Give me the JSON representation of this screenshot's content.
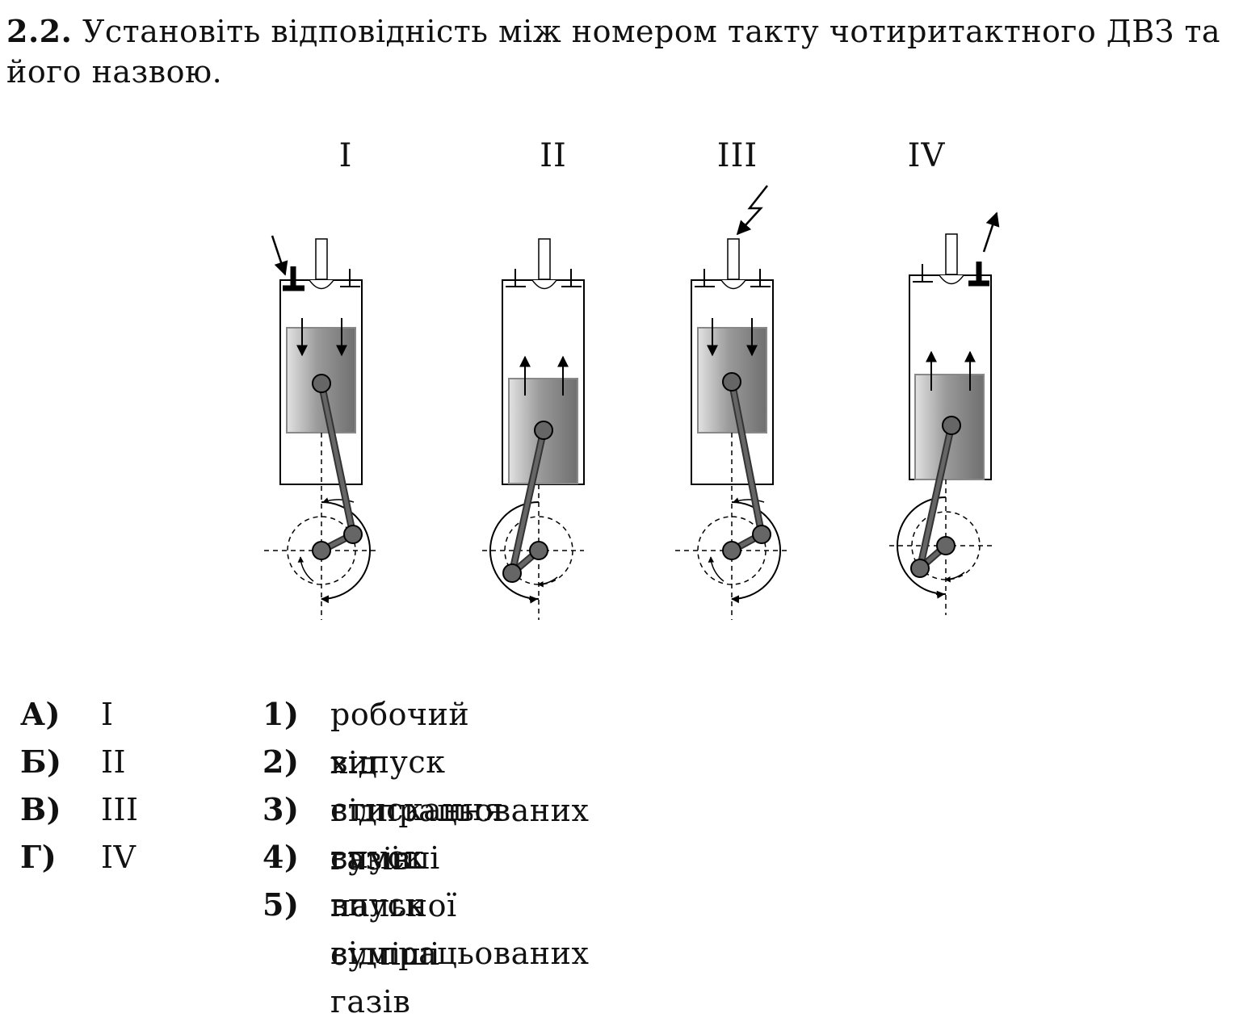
{
  "question": {
    "number": "2.2.",
    "text": "Установіть відповідність між номером такту чотиритактного ДВЗ та його назвою."
  },
  "figure": {
    "stages": [
      {
        "label": "I",
        "piston_arrows": "down",
        "valves": "left-open",
        "external_arrow": "inlet-arrow"
      },
      {
        "label": "II",
        "piston_arrows": "up",
        "valves": "closed",
        "external_arrow": "none"
      },
      {
        "label": "III",
        "piston_arrows": "down",
        "valves": "closed",
        "external_arrow": "spark-lightning"
      },
      {
        "label": "IV",
        "piston_arrows": "up",
        "valves": "right-open",
        "external_arrow": "exhaust-arrow"
      }
    ]
  },
  "left_options": [
    {
      "key": "А)",
      "value": "I"
    },
    {
      "key": "Б)",
      "value": "II"
    },
    {
      "key": "В)",
      "value": "III"
    },
    {
      "key": "Г)",
      "value": "IV"
    }
  ],
  "right_options": [
    {
      "key": "1)",
      "value": "робочий хід"
    },
    {
      "key": "2)",
      "value": "випуск відпрацьованих газів"
    },
    {
      "key": "3)",
      "value": "стискання суміші"
    },
    {
      "key": "4)",
      "value": "впуск пальної суміші"
    },
    {
      "key": "5)",
      "value": "впуск відпрацьованих газів"
    }
  ]
}
